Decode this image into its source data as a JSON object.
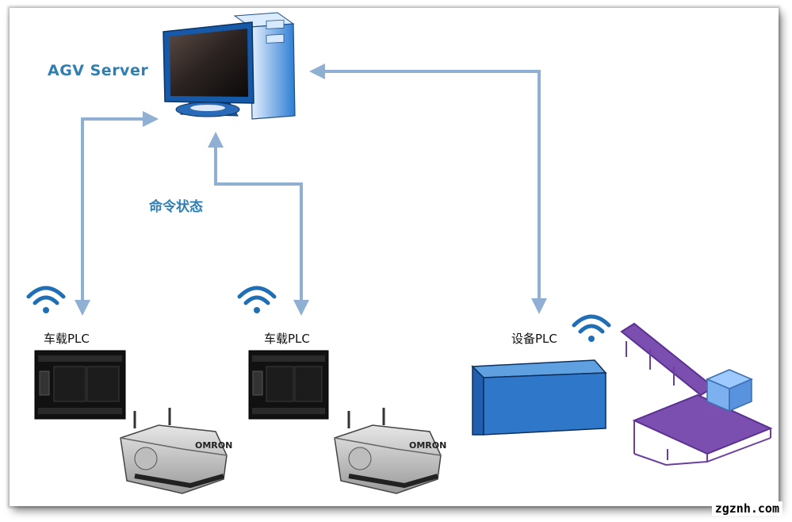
{
  "server": {
    "label": "AGV Server"
  },
  "link": {
    "label": "命令状态"
  },
  "plcs": [
    {
      "label": "车载PLC"
    },
    {
      "label": "车载PLC"
    },
    {
      "label": "设备PLC"
    }
  ],
  "robot_brand": "OMRON",
  "watermark": "zgznh.com",
  "colors": {
    "arrow": "#8fb0d2",
    "label_blue": "#2f7fb4",
    "wifi": "#1f6fb6",
    "equipment_box": "#2f77c9",
    "conveyor": "#6b3fa0"
  }
}
